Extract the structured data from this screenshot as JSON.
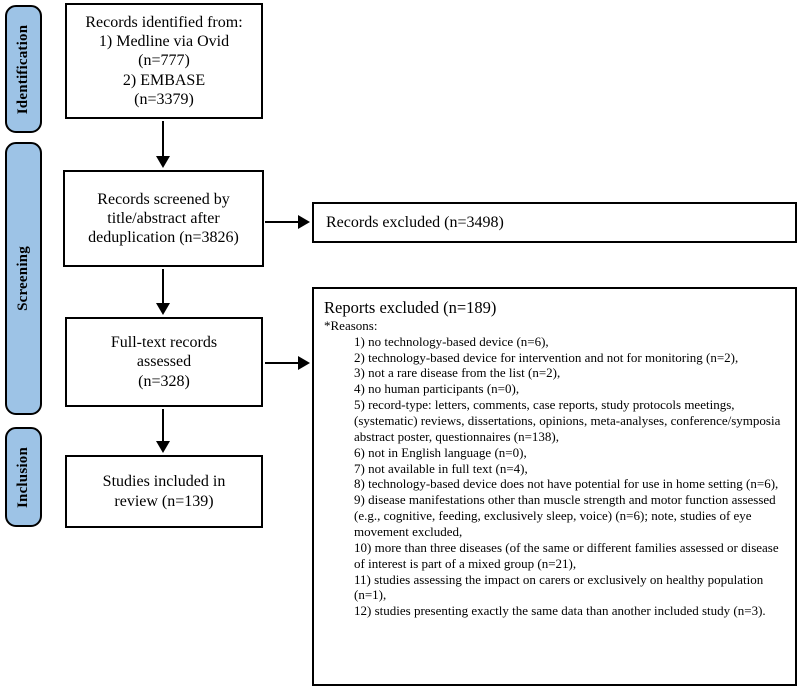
{
  "diagram": {
    "stages": [
      {
        "label": "Identification"
      },
      {
        "label": "Screening"
      },
      {
        "label": "Inclusion"
      }
    ],
    "boxes": {
      "identified": {
        "lines": [
          "Records identified from:",
          "1) Medline via Ovid",
          "(n=777)",
          "2) EMBASE",
          "(n=3379)"
        ]
      },
      "screened": {
        "lines": [
          "Records screened by",
          "title/abstract after",
          "deduplication (n=3826)"
        ]
      },
      "fulltext": {
        "lines": [
          "Full-text records",
          "assessed",
          "(n=328)"
        ]
      },
      "included": {
        "lines": [
          "Studies included in",
          "review (n=139)"
        ]
      },
      "records_excluded": {
        "text": "Records excluded (n=3498)"
      },
      "reports_excluded": {
        "title": "Reports excluded (n=189)",
        "reasons_label": "*Reasons:",
        "reasons": [
          "1) no technology-based device (n=6),",
          "2) technology-based device for intervention and not for monitoring (n=2),",
          "3) not a rare disease from the list (n=2),",
          "4) no human participants (n=0),",
          "5) record-type: letters, comments, case reports, study protocols meetings, (systematic) reviews, dissertations, opinions, meta-analyses, conference/symposia abstract poster, questionnaires (n=138),",
          "6) not in English language (n=0),",
          "7) not available in full text (n=4),",
          "8) technology-based device does not have potential for use in home setting (n=6),",
          "9) disease manifestations other than muscle strength and motor function assessed (e.g., cognitive, feeding, exclusively sleep, voice) (n=6); note, studies of eye movement excluded,",
          "10) more than three diseases (of the same or different families assessed or disease of interest is part of a mixed group (n=21),",
          "11) studies assessing the impact on carers or exclusively on healthy population (n=1),",
          "12) studies presenting exactly the same data than another included study (n=3)."
        ]
      }
    },
    "colors": {
      "stage_fill": "#9DC3E6",
      "border": "#000000",
      "background": "#FFFFFF"
    }
  }
}
